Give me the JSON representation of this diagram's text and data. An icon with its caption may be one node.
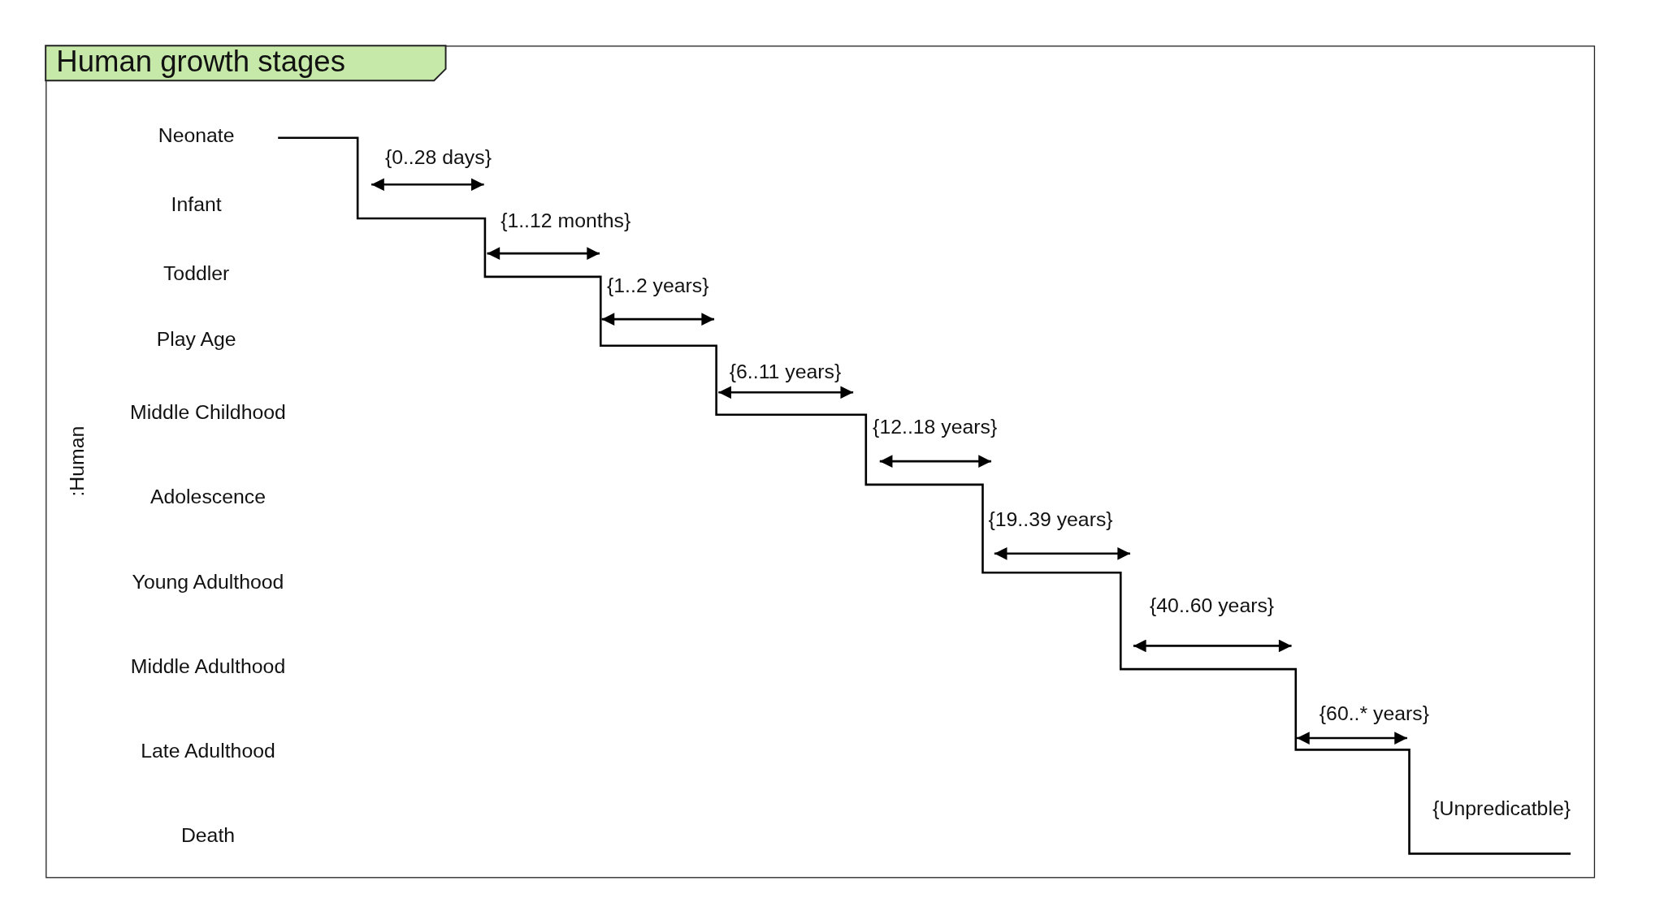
{
  "diagram": {
    "title": "Human growth stages",
    "labels": [
      ":Human",
      "Neonate",
      "Infant",
      "Toddler",
      "Play Age",
      "Middle Childhood",
      "Adolescence",
      "Young Adulthood",
      "Middle Adulthood",
      "Late Adulthood",
      "Death",
      "{0..28 days}",
      "{1..12 months}",
      "{1..2 years}",
      "{6..11 years}",
      "{12..18 years}",
      "{19..39 years}",
      "{40..60 years}",
      "{60..* years}",
      "{Unpredicatble}"
    ]
  }
}
